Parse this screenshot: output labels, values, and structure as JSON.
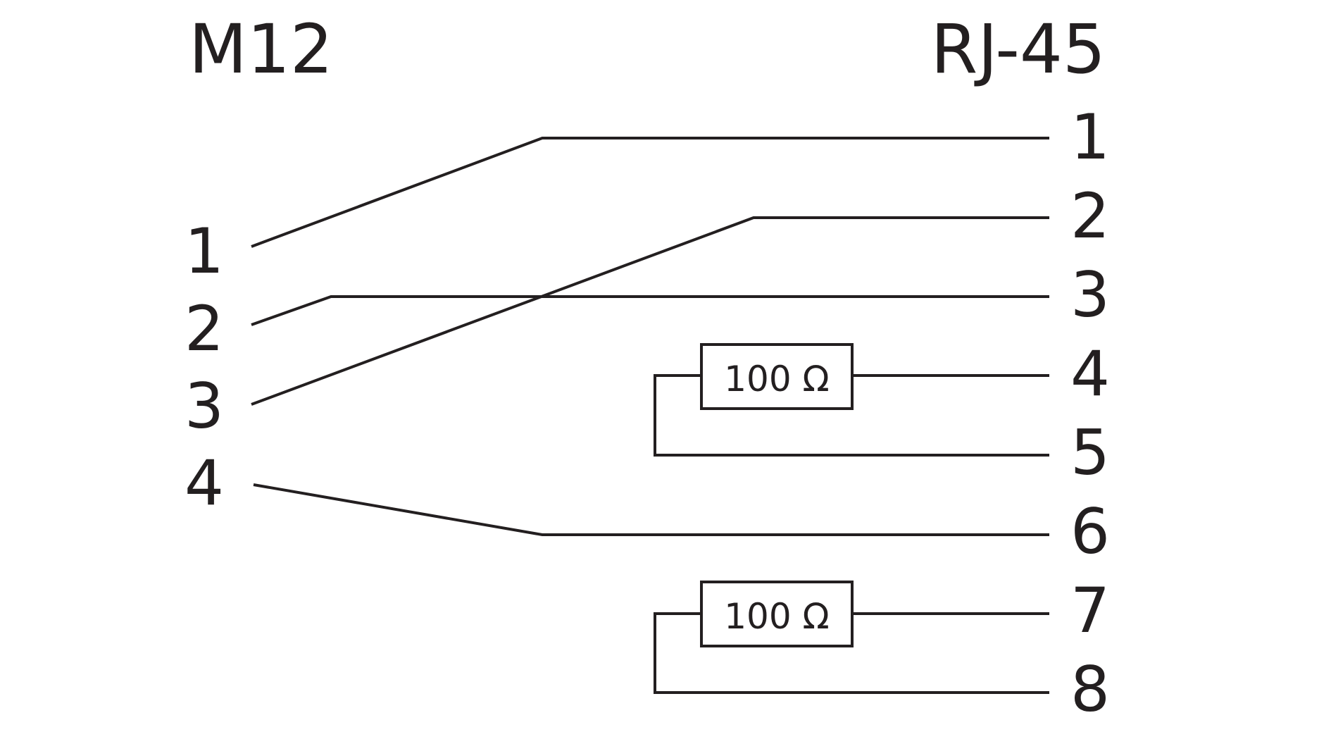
{
  "colors": {
    "line": "#231f20",
    "text": "#231f20",
    "background": "#ffffff"
  },
  "left_connector": {
    "title": "M12",
    "pins": [
      "1",
      "2",
      "3",
      "4"
    ]
  },
  "right_connector": {
    "title": "RJ-45",
    "pins": [
      "1",
      "2",
      "3",
      "4",
      "5",
      "6",
      "7",
      "8"
    ]
  },
  "connections": [
    {
      "from": "M12 pin 1",
      "to": "RJ-45 pin 1"
    },
    {
      "from": "M12 pin 2",
      "to": "RJ-45 pin 3"
    },
    {
      "from": "M12 pin 3",
      "to": "RJ-45 pin 2"
    },
    {
      "from": "M12 pin 4",
      "to": "RJ-45 pin 6"
    }
  ],
  "resistors": [
    {
      "label": "100 Ω",
      "between": [
        "RJ-45 pin 4",
        "RJ-45 pin 5"
      ]
    },
    {
      "label": "100 Ω",
      "between": [
        "RJ-45 pin 7",
        "RJ-45 pin 8"
      ]
    }
  ]
}
